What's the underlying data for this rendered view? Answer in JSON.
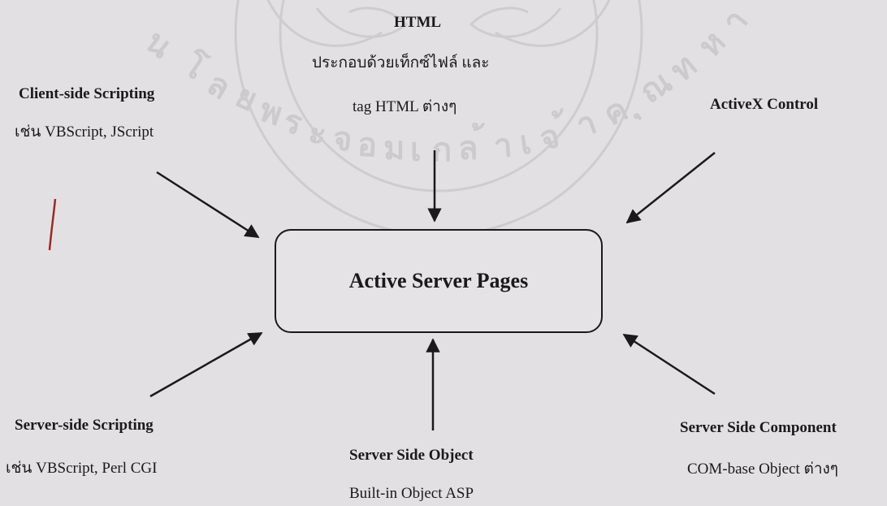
{
  "center": {
    "label": "Active Server Pages"
  },
  "top": {
    "title": "HTML",
    "line1": "ประกอบด้วยเท็กซ์ไฟล์ และ",
    "line2": "tag HTML ต่างๆ"
  },
  "client_side": {
    "title": "Client-side Scripting",
    "detail": "เช่น VBScript, JScript"
  },
  "activex": {
    "title": "ActiveX Control"
  },
  "server_side_scripting": {
    "title": "Server-side Scripting",
    "detail": "เช่น VBScript, Perl CGI"
  },
  "server_side_object": {
    "title": "Server Side Object",
    "detail": "Built-in Object ASP"
  },
  "server_side_component": {
    "title": "Server Side Component",
    "detail": "COM-base Object ต่างๆ"
  },
  "colors": {
    "ink": "#1a1a1a",
    "paper": "#e3e0e3",
    "watermark": "#d2cfd2"
  }
}
